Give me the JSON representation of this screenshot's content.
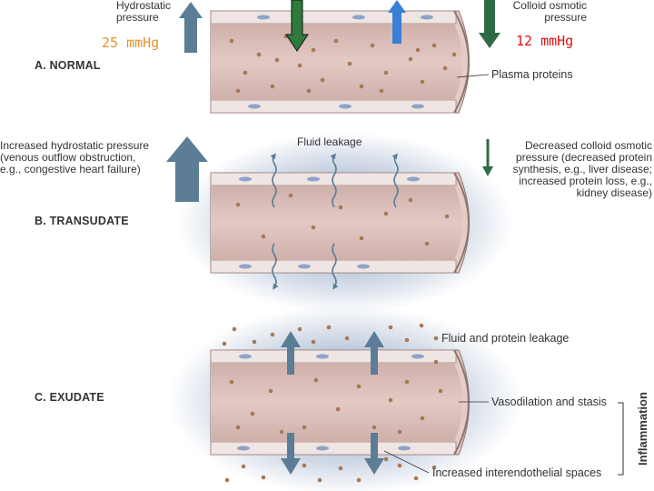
{
  "panel_a": {
    "section_label": "A. NORMAL",
    "hydrostatic_label": [
      "Hydrostatic",
      "pressure"
    ],
    "colloid_label": [
      "Colloid osmotic",
      "pressure"
    ],
    "hydrostatic_value": "25 mmHg",
    "colloid_value": "12 mmHg",
    "plasma_proteins_label": "Plasma proteins"
  },
  "panel_b": {
    "section_label": "B. TRANSUDATE",
    "fluid_leakage_label": "Fluid leakage",
    "increased_hydrostatic_label": [
      "Increased hydrostatic pressure",
      "(venous outflow obstruction,",
      "e.g., congestive heart failure)"
    ],
    "decreased_colloid_label": [
      "Decreased colloid osmotic",
      "pressure (decreased protein",
      "synthesis, e.g., liver disease;",
      "increased protein loss, e.g.,",
      "kidney disease)"
    ]
  },
  "panel_c": {
    "section_label": "C. EXUDATE",
    "fluid_protein_leakage_label": "Fluid and protein leakage",
    "vasodilation_label": "Vasodilation and stasis",
    "interendothelial_label": "Increased interendothelial spaces",
    "inflammation_label": "Inflammation"
  },
  "colors": {
    "value_orange": "#e2932b",
    "value_red": "#e01010",
    "arrow_blue_grey": "#5b7d96",
    "arrow_green": "#2d7a3a",
    "arrow_blue": "#3a7fd6",
    "vessel_wall": "#e8d0cb",
    "vessel_lumen": "#d9bdb8",
    "endothelium": "#ede3e1",
    "protein_dot": "#a77a55",
    "leak_halo": "#b9c6da"
  }
}
